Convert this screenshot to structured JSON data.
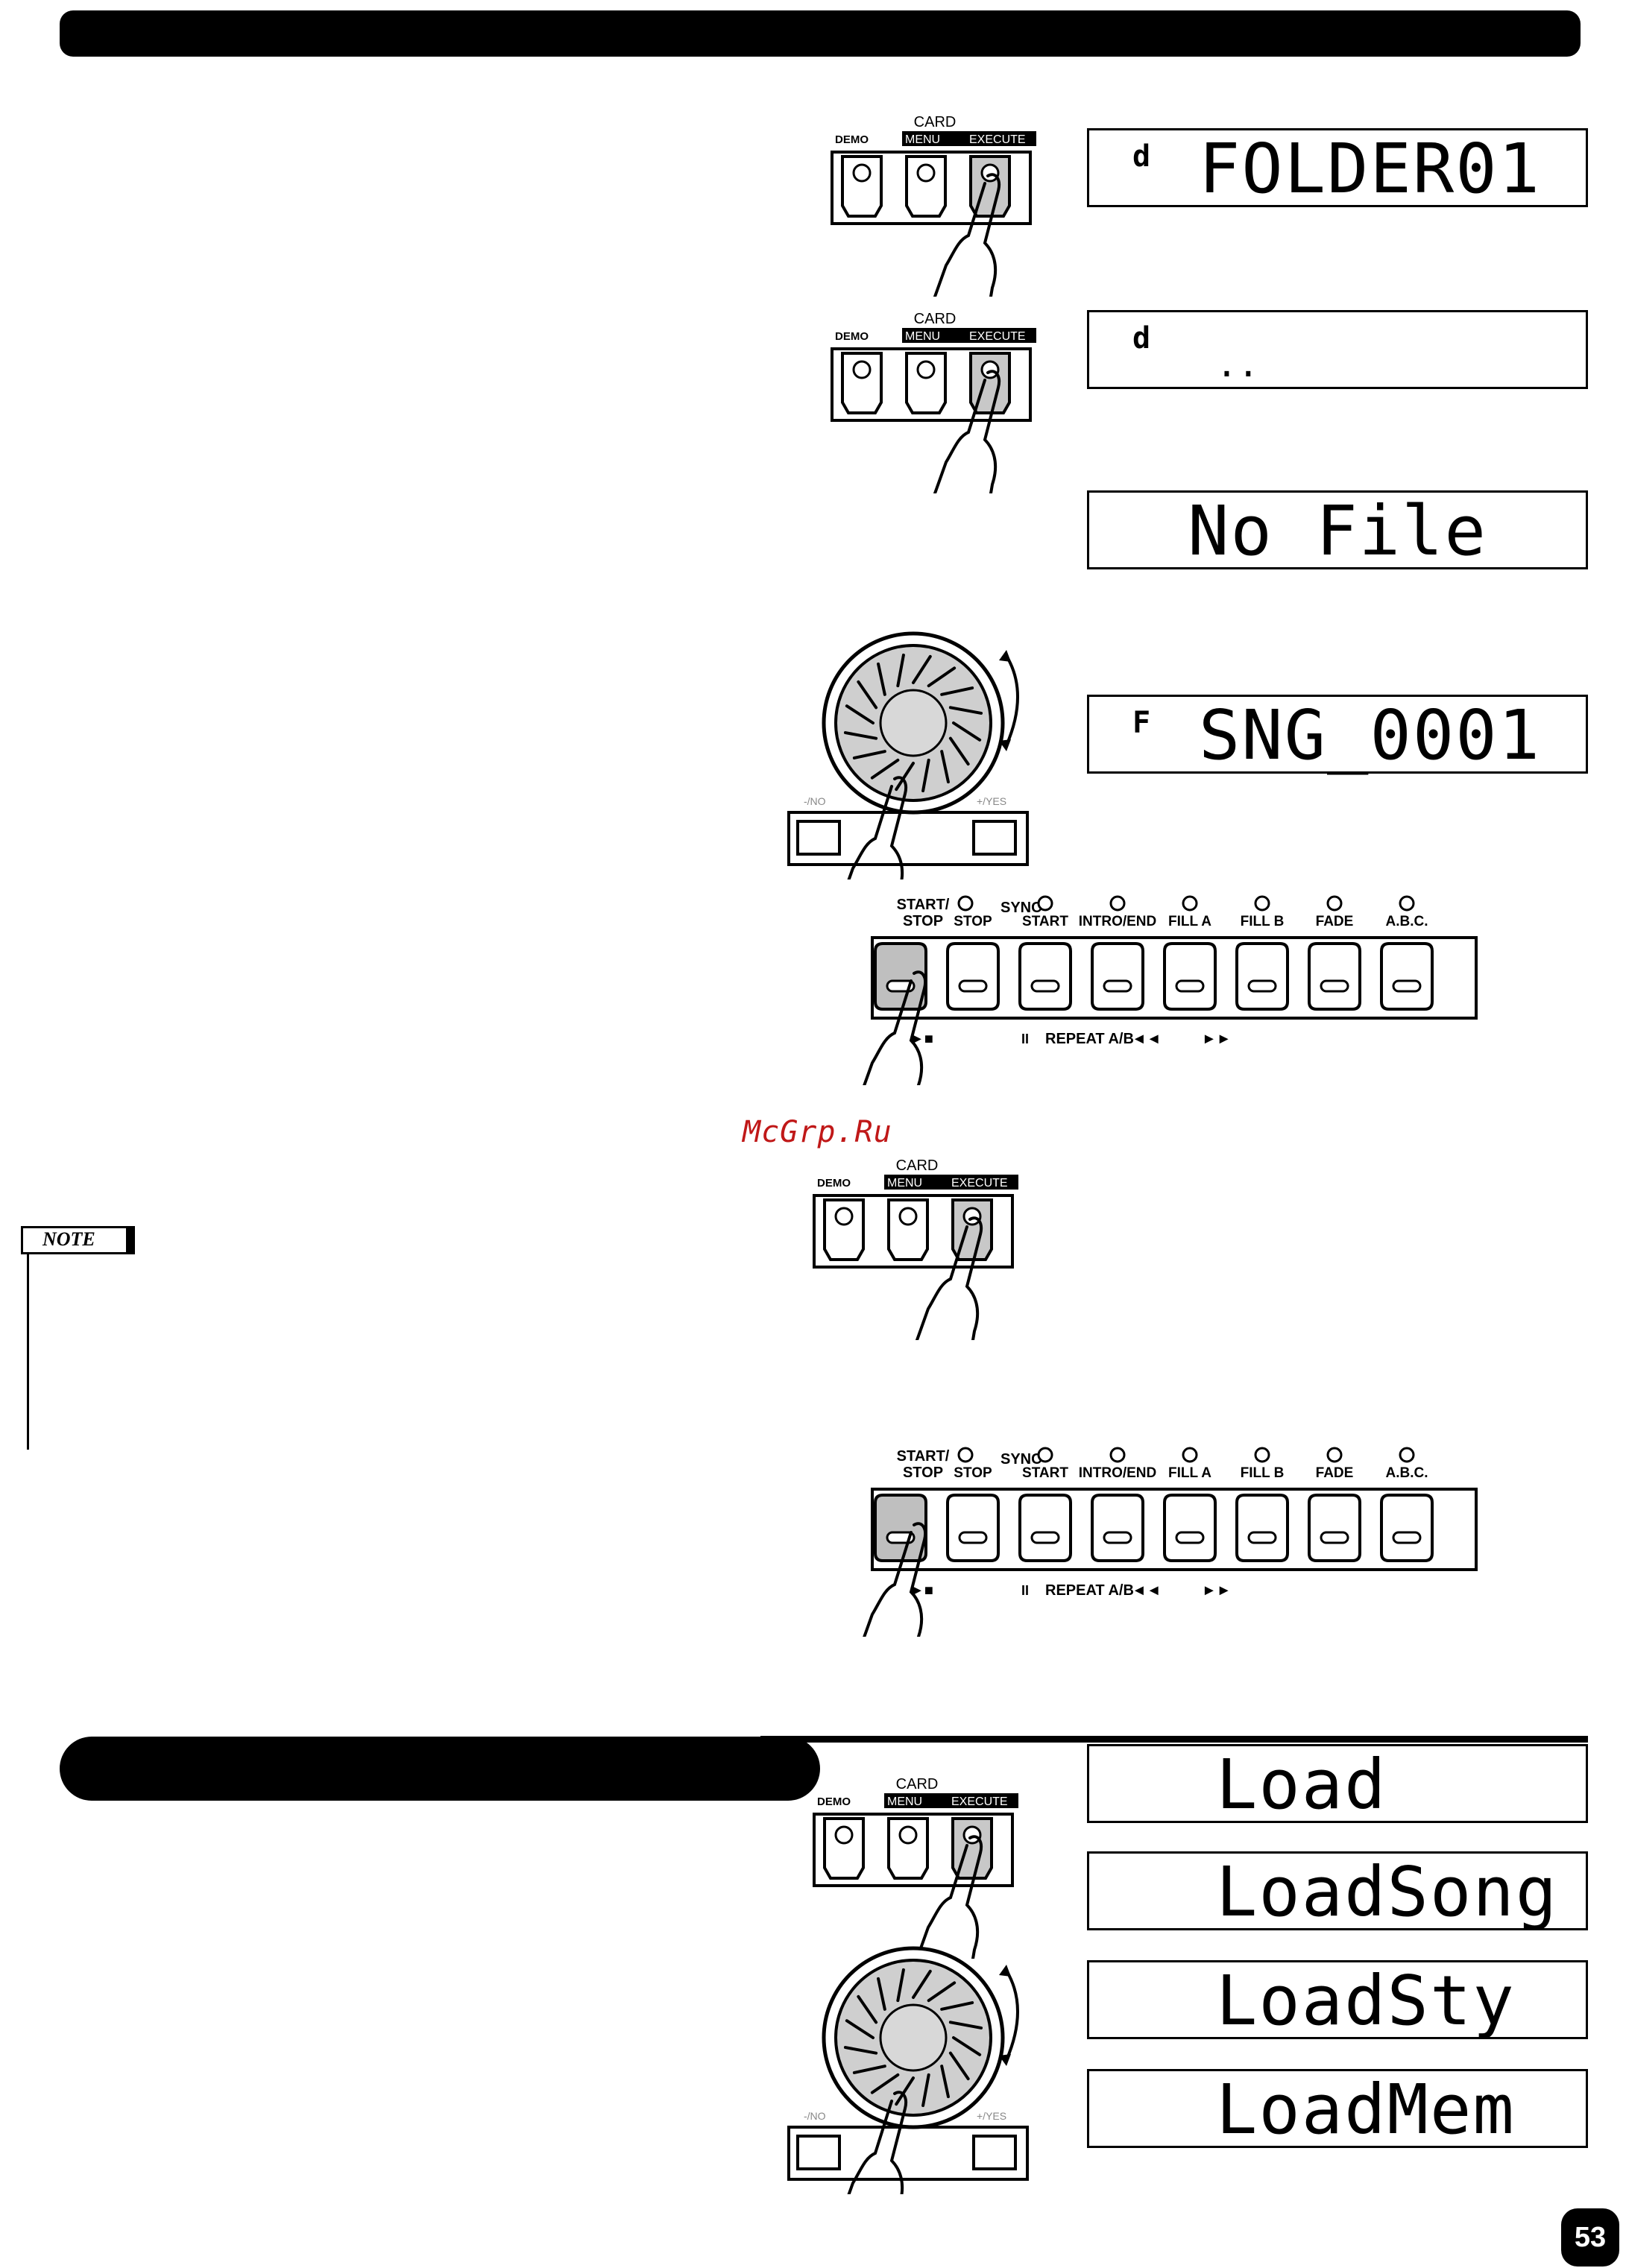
{
  "card_panel": {
    "label": "CARD",
    "demo": "DEMO",
    "menu": "MENU",
    "execute": "EXECUTE"
  },
  "dial_panel": {
    "minus_no": "-/NO",
    "plus_yes": "+/YES"
  },
  "transport_panel": {
    "start_stop": "START/",
    "start_stop_2": "STOP",
    "sync_label": "SYNC",
    "buttons": [
      "STOP",
      "START",
      "INTRO/END",
      "FILL A",
      "FILL B",
      "FADE",
      "A.B.C."
    ],
    "play_stop_symbol": "►■",
    "pause_symbol": "II",
    "repeat_label": "REPEAT A/B",
    "rewind_symbol": "◄◄",
    "forward_symbol": "►►"
  },
  "displays": {
    "folder": {
      "indicator": "d",
      "text": "FOLDER01"
    },
    "parent": {
      "indicator": "d",
      "text": ".."
    },
    "nofile": {
      "text": "No File"
    },
    "song": {
      "indicator": "F",
      "text": "SNG_0001"
    },
    "load": {
      "text": "Load"
    },
    "loadsong": {
      "text": "LoadSong"
    },
    "loadsty": {
      "text": "LoadSty"
    },
    "loadmem": {
      "text": "LoadMem"
    }
  },
  "watermark": "McGrp.Ru",
  "note_label": "NOTE",
  "page_number": "53"
}
